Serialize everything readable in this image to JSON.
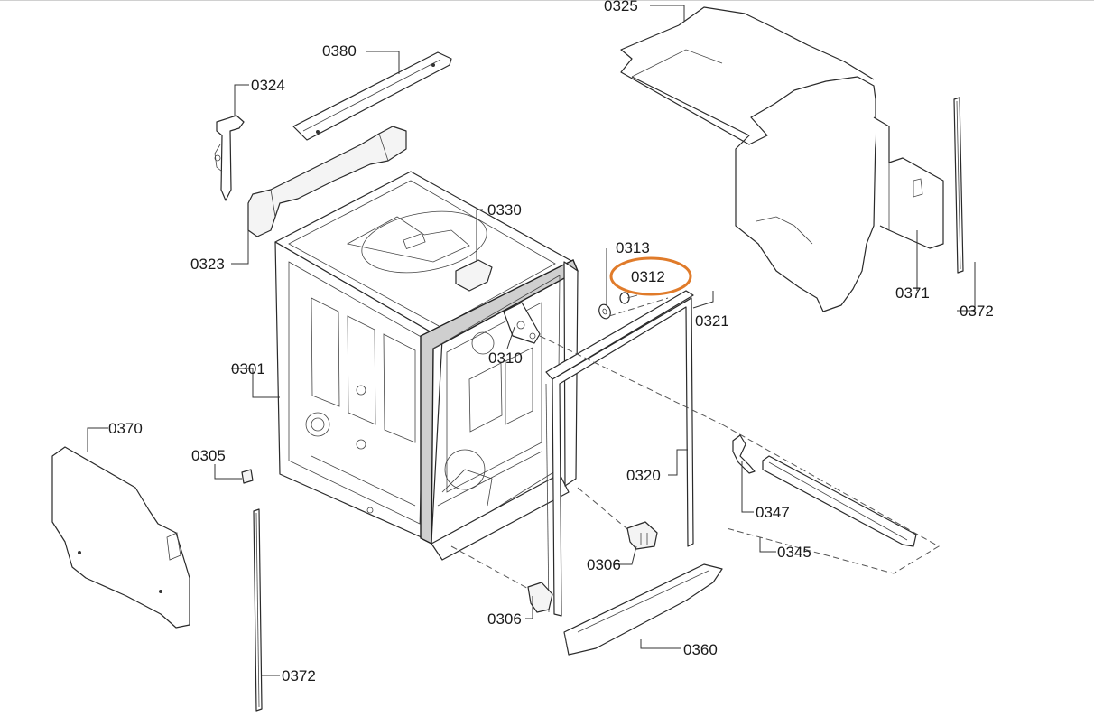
{
  "diagram": {
    "labels": {
      "p0325": "0325",
      "p0380": "0380",
      "p0324": "0324",
      "p0330": "0330",
      "p0313": "0313",
      "p0312": "0312",
      "p0321": "0321",
      "p0323": "0323",
      "p0371": "0371",
      "p0372a": "0372",
      "p0301": "0301",
      "p0310": "0310",
      "p0370": "0370",
      "p0305": "0305",
      "p0320": "0320",
      "p0347": "0347",
      "p0345": "0345",
      "p0306a": "0306",
      "p0306b": "0306",
      "p0360": "0360",
      "p0372b": "0372"
    },
    "highlight_color": "#e07b2a",
    "line_color": "#333333"
  }
}
